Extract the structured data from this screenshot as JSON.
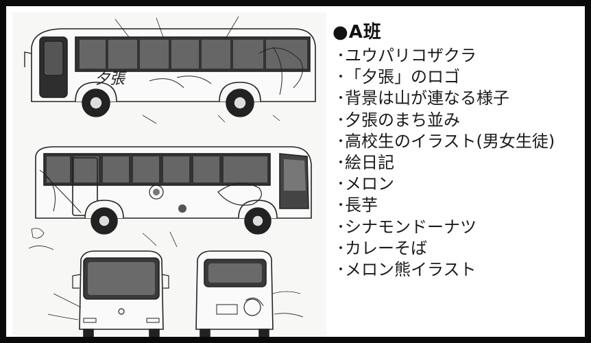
{
  "heading": {
    "bullet": "●",
    "text": "A班"
  },
  "items": [
    "･ユウパリコザクラ",
    "･「夕張」のロゴ",
    "･背景は山が連なる様子",
    "･夕張のまち並み",
    "･高校生のイラスト(男女生徒)",
    "･絵日記",
    "･メロン",
    "･長芋",
    "･シナモンドーナツ",
    "･カレーそば",
    "･メロン熊イラスト"
  ],
  "sketch": {
    "logo_text": "夕張"
  },
  "colors": {
    "border": "#0a0a0a",
    "line": "#222222",
    "window": "#3a3a3a"
  },
  "icons": {
    "bullet": "black-circle"
  }
}
